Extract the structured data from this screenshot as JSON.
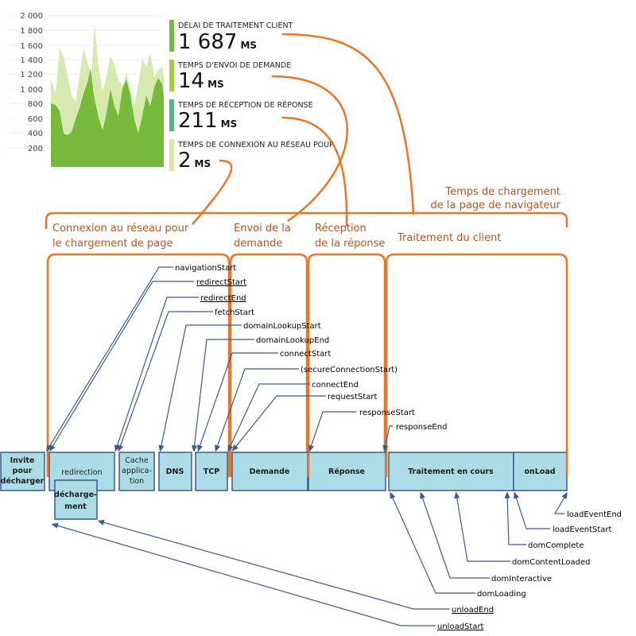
{
  "chart": {
    "y_ticks": [
      "2 000",
      "1 800",
      "1 600",
      "1 400",
      "1 200",
      "1 000",
      "800",
      "600",
      "400",
      "200"
    ],
    "colors": {
      "dark": "#77b93a",
      "light": "#d6eab0",
      "grid": "#eeeeee"
    }
  },
  "stats": [
    {
      "title": "DÉLAI DE TRAITEMENT CLIENT",
      "value": "1 687",
      "unit": "MS",
      "color": "#77b93a"
    },
    {
      "title": "TEMPS D'ENVOI DE DEMANDE",
      "value": "14",
      "unit": "MS",
      "color": "#a7cc3a"
    },
    {
      "title": "TEMPS DE RÉCEPTION DE RÉPONSE",
      "value": "211",
      "unit": "MS",
      "color": "#56b38d"
    },
    {
      "title": "TEMPS DE CONNEXION AU RÉSEAU POUR",
      "value": "2",
      "unit": "MS",
      "color": "#d6e8a4"
    }
  ],
  "phases": {
    "page_load": [
      "Temps de chargement",
      "de la page de navigateur"
    ],
    "network": [
      "Connexion au réseau pour",
      "le chargement de page"
    ],
    "request": [
      "Envoi de la",
      "demande"
    ],
    "response": [
      "Réception",
      "de la réponse"
    ],
    "client": "Traitement du client"
  },
  "boxes": {
    "prompt_unload": [
      "Invite",
      "pour",
      "décharger"
    ],
    "redirect": "redirection",
    "unload": [
      "décharge-",
      "ment"
    ],
    "app_cache": [
      "Cache",
      "applica-",
      "tion"
    ],
    "dns": "DNS",
    "tcp": "TCP",
    "request": "Demande",
    "response": "Réponse",
    "processing": "Traitement en cours",
    "onload": "onLoad"
  },
  "events_top": [
    {
      "name": "navigationStart",
      "underline": false
    },
    {
      "name": "redirectStart",
      "underline": true
    },
    {
      "name": "redirectEnd",
      "underline": true
    },
    {
      "name": "fetchStart",
      "underline": false
    },
    {
      "name": "domainLookupStart",
      "underline": false
    },
    {
      "name": "domainLookupEnd",
      "underline": false
    },
    {
      "name": "connectStart",
      "underline": false
    },
    {
      "name": "(secureConnectionStart)",
      "underline": false
    },
    {
      "name": "connectEnd",
      "underline": false
    },
    {
      "name": "requestStart",
      "underline": false
    },
    {
      "name": "responseStart",
      "underline": false
    },
    {
      "name": "responseEnd",
      "underline": false
    }
  ],
  "events_bottom": [
    {
      "name": "loadEventEnd",
      "underline": false
    },
    {
      "name": "loadEventStart",
      "underline": false
    },
    {
      "name": "domComplete",
      "underline": false
    },
    {
      "name": "domContentLoaded",
      "underline": false
    },
    {
      "name": "domInteractive",
      "underline": false
    },
    {
      "name": "domLoading",
      "underline": false
    },
    {
      "name": "unloadEnd",
      "underline": true
    },
    {
      "name": "unloadStart",
      "underline": true
    }
  ],
  "colors": {
    "orange": "#ed7524",
    "box_fill": "#acdce6",
    "box_stroke": "#3d5a8c",
    "line": "#3d5a8c"
  }
}
